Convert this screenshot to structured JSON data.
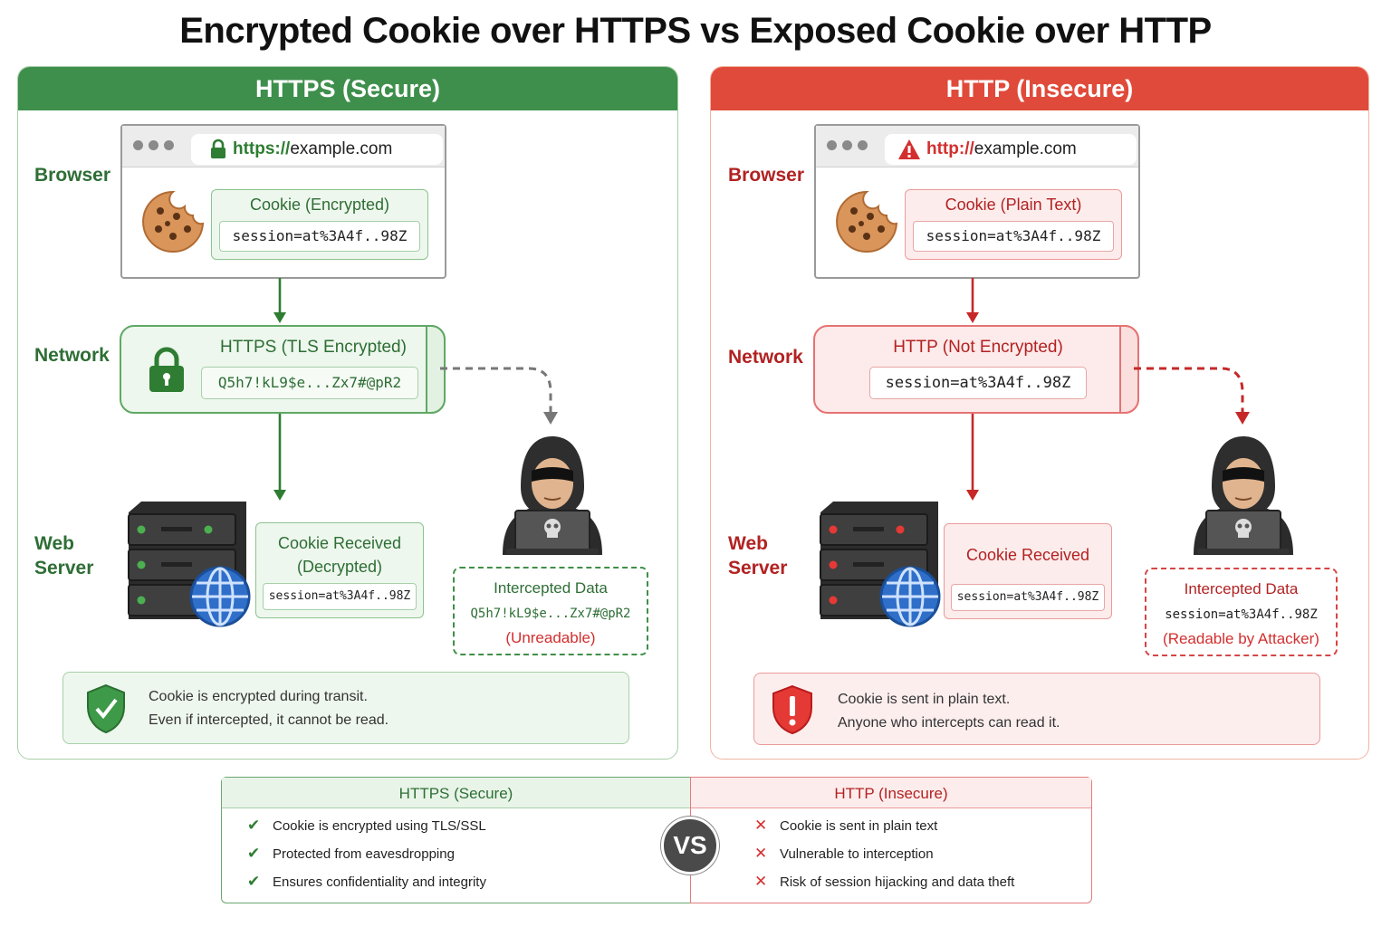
{
  "title": "Encrypted Cookie over HTTPS vs Exposed Cookie over HTTP",
  "colors": {
    "green": "#3e8f4c",
    "red": "#e04a3a"
  },
  "https": {
    "header": "HTTPS (Secure)",
    "labels": {
      "browser": "Browser",
      "network": "Network",
      "web": "Web",
      "server": "Server"
    },
    "browser": {
      "url_protocol": "https://",
      "url_rest": "example.com",
      "icon": "lock-icon",
      "cookie_title": "Cookie (Encrypted)",
      "cookie_value": "session=at%3A4f..98Z"
    },
    "network": {
      "title": "HTTPS (TLS Encrypted)",
      "value": "Q5h7!kL9$e...Zx7#@pR2"
    },
    "server": {
      "title_line1": "Cookie Received",
      "title_line2": "(Decrypted)",
      "value": "session=at%3A4f..98Z"
    },
    "intercept": {
      "title": "Intercepted Data",
      "value": "Q5h7!kL9$e...Zx7#@pR2",
      "status": "(Unreadable)"
    },
    "info": {
      "line1": "Cookie is encrypted during transit.",
      "line2": "Even if intercepted, it cannot be read."
    }
  },
  "http": {
    "header": "HTTP (Insecure)",
    "labels": {
      "browser": "Browser",
      "network": "Network",
      "web": "Web",
      "server": "Server"
    },
    "browser": {
      "url_protocol": "http://",
      "url_rest": "example.com",
      "icon": "warning-icon",
      "cookie_title": "Cookie (Plain Text)",
      "cookie_value": "session=at%3A4f..98Z"
    },
    "network": {
      "title": "HTTP (Not Encrypted)",
      "value": "session=at%3A4f..98Z"
    },
    "server": {
      "title": "Cookie Received",
      "value": "session=at%3A4f..98Z"
    },
    "intercept": {
      "title": "Intercepted Data",
      "value": "session=at%3A4f..98Z",
      "status": "(Readable by Attacker)"
    },
    "info": {
      "line1": "Cookie is sent in plain text.",
      "line2": "Anyone who intercepts can read it."
    }
  },
  "comparison": {
    "vs": "VS",
    "https": {
      "header": "HTTPS (Secure)",
      "items": [
        "Cookie is encrypted using TLS/SSL",
        "Protected from eavesdropping",
        "Ensures confidentiality and integrity"
      ]
    },
    "http": {
      "header": "HTTP (Insecure)",
      "items": [
        "Cookie is sent in plain text",
        "Vulnerable to interception",
        "Risk of session hijacking and data theft"
      ]
    }
  }
}
